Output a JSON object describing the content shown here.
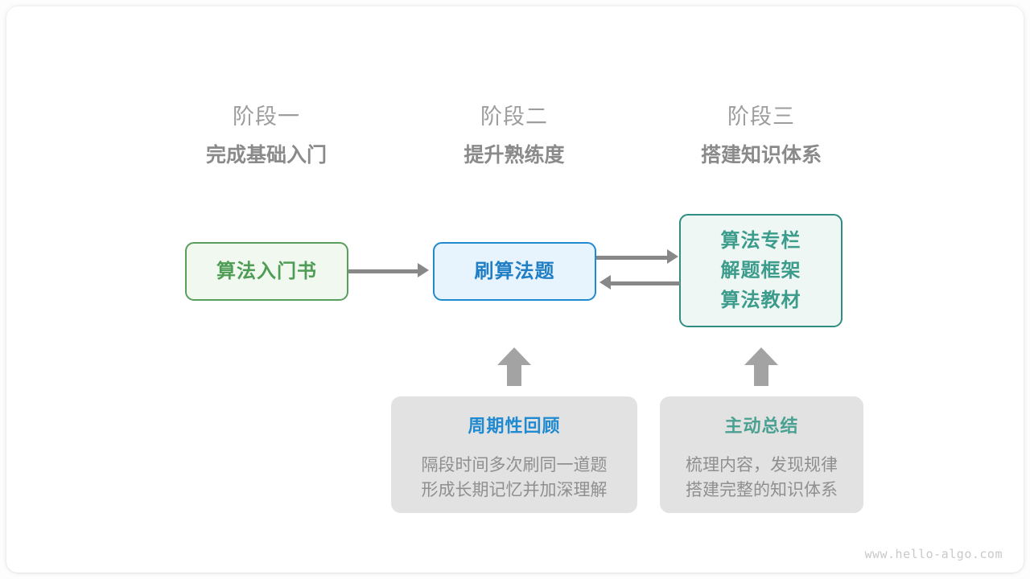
{
  "diagram": {
    "watermark": "www.hello-algo.com",
    "stages": [
      {
        "num": "阶段一",
        "title": "完成基础入门"
      },
      {
        "num": "阶段二",
        "title": "提升熟练度"
      },
      {
        "num": "阶段三",
        "title": "搭建知识体系"
      }
    ],
    "nodes": [
      {
        "lines": [
          "算法入门书"
        ],
        "accent": "#4f9d55",
        "border": "#5a9e5e",
        "fill": "#f0f8f0"
      },
      {
        "lines": [
          "刷算法题"
        ],
        "accent": "#1f7ec4",
        "border": "#1f8ad0",
        "fill": "#e8f4fd"
      },
      {
        "lines": [
          "算法专栏",
          "解题框架",
          "算法教材"
        ],
        "accent": "#3c9c8c",
        "border": "#2f8d81",
        "fill": "#eef7f4"
      }
    ],
    "info_boxes": [
      {
        "title": "周期性回顾",
        "title_color": "#1f8ad0",
        "body_lines": [
          "隔段时间多次刷同一道题",
          "形成长期记忆并加深理解"
        ]
      },
      {
        "title": "主动总结",
        "title_color": "#4aa192",
        "body_lines": [
          "梳理内容，发现规律",
          "搭建完整的知识体系"
        ]
      }
    ],
    "connectors": [
      {
        "name": "book-to-practice",
        "direction": "right"
      },
      {
        "name": "practice-to-resources",
        "direction": "right"
      },
      {
        "name": "resources-to-practice",
        "direction": "left"
      },
      {
        "name": "review-to-practice",
        "direction": "up"
      },
      {
        "name": "summary-to-resources",
        "direction": "up"
      }
    ]
  }
}
